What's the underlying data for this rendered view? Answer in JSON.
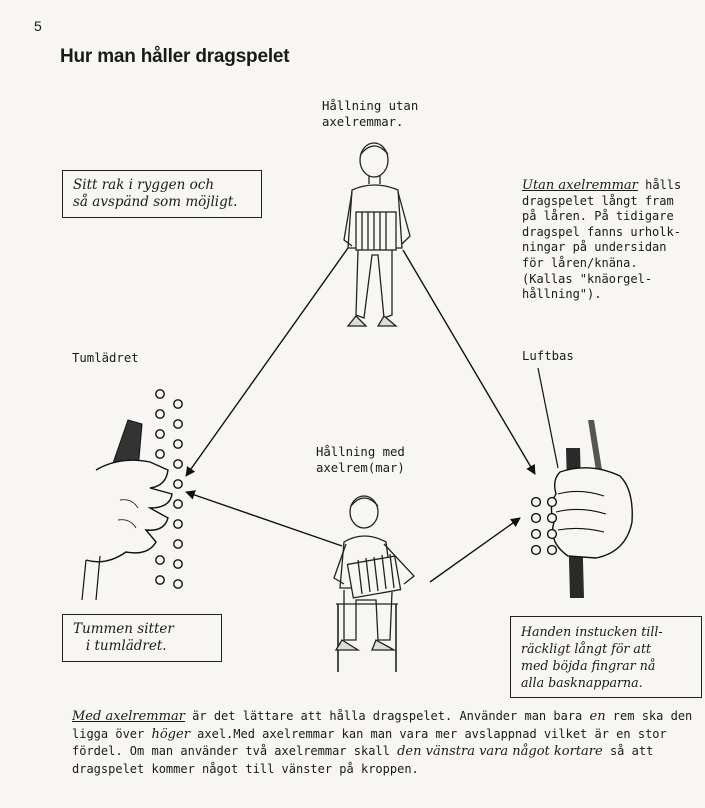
{
  "page": {
    "number": "5",
    "title": "Hur man håller dragspelet"
  },
  "labels": {
    "top_caption": "Hållning utan\naxelremmar.",
    "middle_caption": "Hållning med\naxelrem(mar)",
    "left_label": "Tumlädret",
    "right_label": "Luftbas"
  },
  "notes": {
    "top_left_box": "Sitt rak i ryggen och\nså avspänd som möjligt.",
    "right_note_lead": "Utan axelremmar",
    "right_note_rest": " hålls\ndragspelet långt fram\npå låren. På tidigare\ndragspel fanns urholk-\nningar på undersidan\nför låren/knäna.\n(Kallas \"knäorgel-\nhållning\").",
    "bottom_left_box": "Tummen sitter\n   i tumlädret.",
    "bottom_right_box": "Handen instucken till-\nräckligt långt för att\nmed böjda fingrar nå\nalla basknapparna."
  },
  "body": {
    "lead": "Med axelremmar",
    "p1": " är det lättare att hålla dragspelet. Använder man bara ",
    "en": "en",
    "p2": " rem ska den ligga över ",
    "hoger": "höger",
    "p3": " axel.Med axelremmar kan man vara mer avslappnad vilket är en stor fördel. Om man använder två axelremmar skall ",
    "italic_end": "den vänstra vara något kortare",
    "p4": " så att dragspelet kommer något till vänster på kroppen."
  },
  "icons": [
    "standing-accordionist-figure",
    "seated-accordionist-figure",
    "left-hand-thumb-strap-illustration",
    "right-hand-bass-strap-illustration"
  ]
}
